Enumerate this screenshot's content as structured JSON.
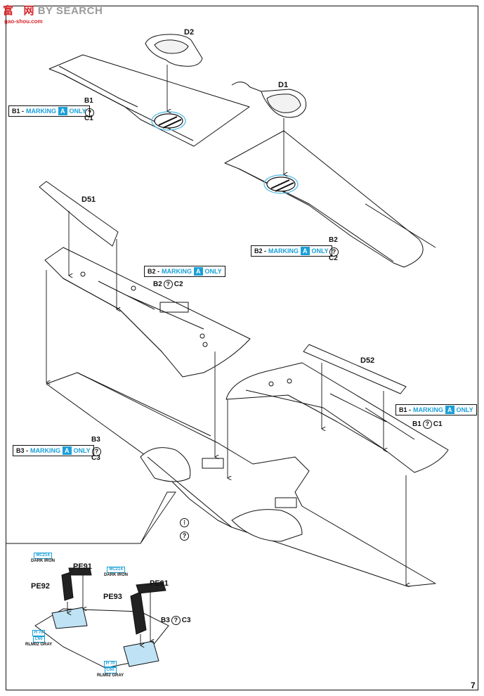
{
  "watermark": {
    "brand_a": "富",
    "brand_b": "网",
    "brand_text": "BY SEARCH",
    "url": "gao-shou.com"
  },
  "parts": {
    "d2": "D2",
    "d1": "D1",
    "d51": "D51",
    "d52": "D52",
    "pe91a": "PE91",
    "pe92": "PE92",
    "pe93": "PE93",
    "pe91b": "PE91"
  },
  "callouts": [
    {
      "id": "B1",
      "prefix": "B1 - ",
      "text": "MARKING",
      "box": "A",
      "suffix": "ONLY",
      "alt_top": "B1",
      "alt_bottom": "C1"
    },
    {
      "id": "B2",
      "prefix": "B2 - ",
      "text": "MARKING",
      "box": "A",
      "suffix": "ONLY",
      "alt_top": "B2",
      "alt_bottom": "C2"
    },
    {
      "id": "B2b",
      "prefix": "B2 - ",
      "text": "MARKING",
      "box": "A",
      "suffix": "ONLY",
      "alt_left": "B2",
      "alt_right": "C2"
    },
    {
      "id": "B1b",
      "prefix": "B1 - ",
      "text": "MARKING",
      "box": "A",
      "suffix": "ONLY",
      "alt_left": "B1",
      "alt_right": "C1"
    },
    {
      "id": "B3",
      "prefix": "B3 - ",
      "text": "MARKING",
      "box": "A",
      "suffix": "ONLY",
      "alt_top": "B3",
      "alt_bottom": "C3"
    }
  ],
  "inset": {
    "alt_left": "B3",
    "alt_right": "C3"
  },
  "paints": {
    "p1_code": "MC214",
    "p1_name": "DARK IRON",
    "p2_code": "MC214",
    "p2_name": "DARK IRON",
    "p3_code1": "H 70",
    "p3_code2": "C60",
    "p3_name": "RLM02 GRAY",
    "p4_code1": "H 70",
    "p4_code2": "C60",
    "p4_name": "RLM02 GRAY"
  },
  "question_mark": "?",
  "page_number": "7"
}
